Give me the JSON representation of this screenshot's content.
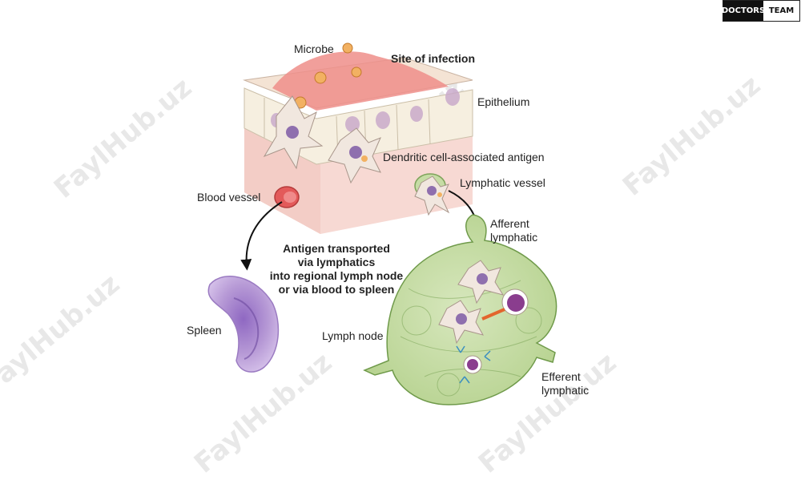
{
  "logo": {
    "part1": "DOCTORS",
    "part2": "TEAM"
  },
  "labels": {
    "microbe": "Microbe",
    "site_of_infection": "Site of infection",
    "epithelium": "Epithelium",
    "dendritic_antigen": "Dendritic cell-associated antigen",
    "lymphatic_vessel": "Lymphatic vessel",
    "blood_vessel": "Blood vessel",
    "afferent": "Afferent\nlymphatic",
    "efferent": "Efferent\nlymphatic",
    "spleen": "Spleen",
    "lymph_node": "Lymph node",
    "transport_text": "Antigen transported\nvia lymphatics\ninto regional lymph node\nor via blood to spleen"
  },
  "watermark": "FaylHub.uz",
  "colors": {
    "tissue": "#f7d6d0",
    "infection": "#ee8e8a",
    "epithelium": "#f6efe0",
    "nucleus": "#b58ab5",
    "lymph_node": "#c6dca5",
    "spleen": "#b79ad6",
    "blood": "#e35a5a"
  }
}
